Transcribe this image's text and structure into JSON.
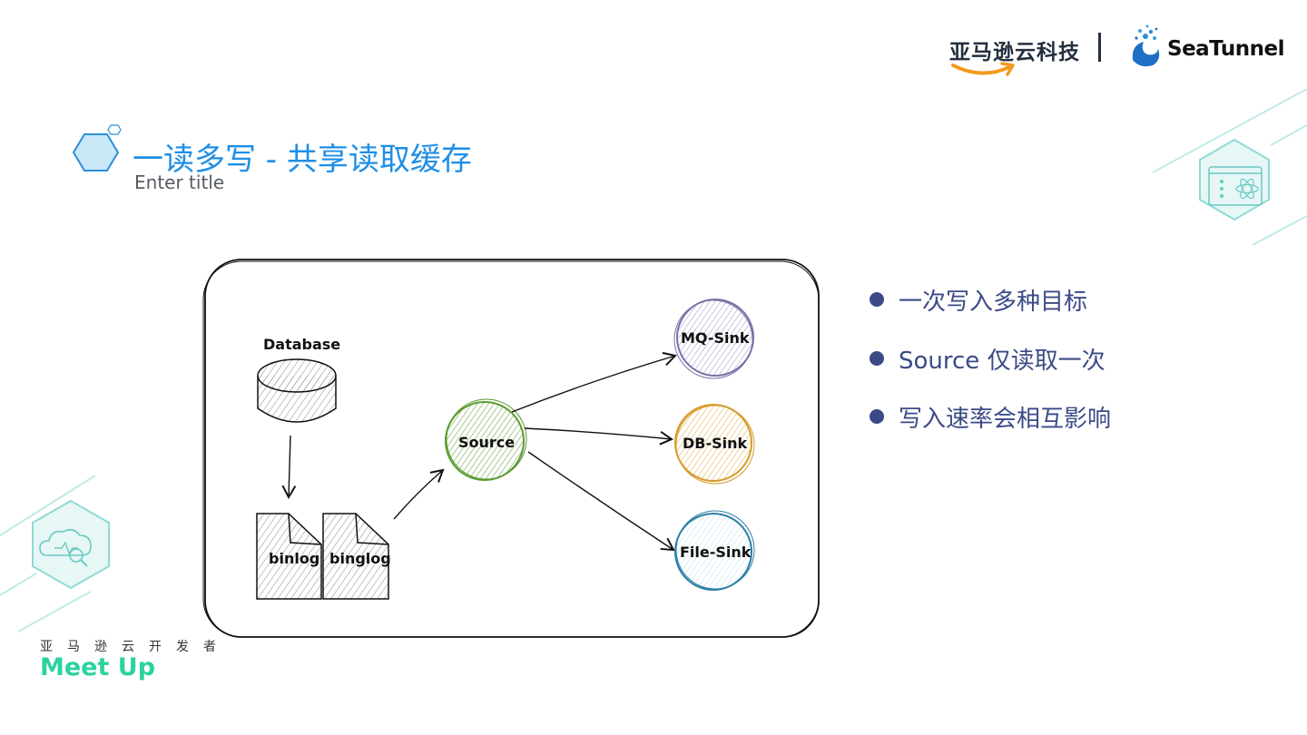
{
  "header": {
    "amazon_logo_text": "亚马逊云科技",
    "seatunnel_logo_text": "SeaTunnel"
  },
  "title": {
    "main": "一读多写 - 共享读取缓存",
    "subtitle": "Enter title"
  },
  "diagram": {
    "database_label": "Database",
    "file1_label": "binlog",
    "file2_label": "binglog",
    "source_label": "Source",
    "sinks": [
      {
        "label": "MQ-Sink",
        "color": "#7b6fa8"
      },
      {
        "label": "DB-Sink",
        "color": "#d89a2a"
      },
      {
        "label": "File-Sink",
        "color": "#2a7fa6"
      }
    ],
    "source_color": "#5a9a2e"
  },
  "bullets": [
    "一次写入多种目标",
    "Source 仅读取一次",
    "写入速率会相互影响"
  ],
  "footer": {
    "org": "亚马逊云开发者",
    "meetup": "Meet Up"
  },
  "colors": {
    "title": "#1f8fe6",
    "bullet": "#3b4a86",
    "meetup": "#2bd3a0",
    "deco": "#8fdad6"
  },
  "icons": [
    "hexagon-icon",
    "amazon-smile-icon",
    "seatunnel-splash-icon",
    "react-window-icon",
    "cloud-monitor-icon"
  ]
}
